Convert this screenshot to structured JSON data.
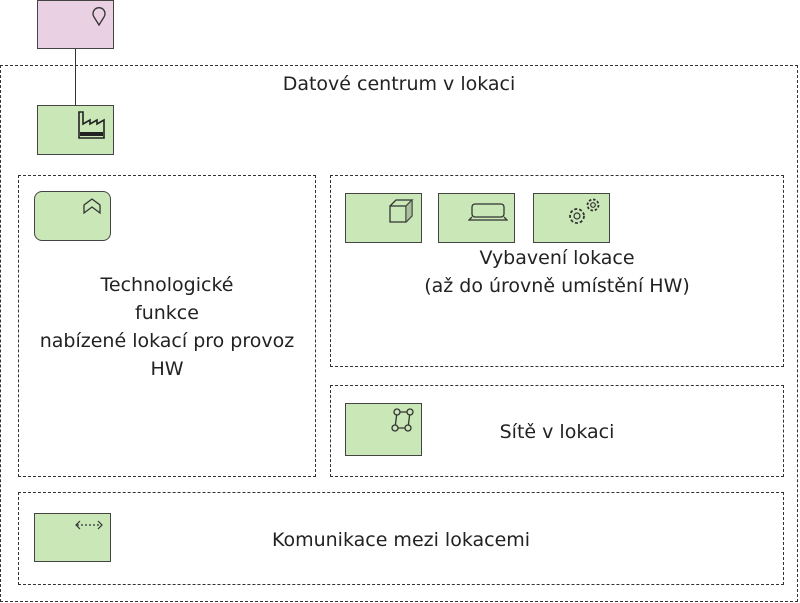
{
  "colors": {
    "location": "#ead0e3",
    "element": "#c9e7b7",
    "line": "#333333"
  },
  "groups": {
    "datacenter": {
      "label": "Datové centrum v lokaci"
    },
    "functions": {
      "lines": [
        "Technologické",
        "funkce",
        "nabízené lokací pro provoz",
        "HW"
      ]
    },
    "equipment": {
      "lines": [
        "Vybavení lokace",
        "(až do úrovně umístění HW)"
      ]
    },
    "networks": {
      "label": "Sítě v lokaci"
    },
    "communication": {
      "label": "Komunikace mezi lokacemi"
    }
  },
  "icons": [
    "location-icon",
    "facility-icon",
    "technology-function-icon",
    "node-icon",
    "device-icon",
    "system-software-icon",
    "communication-network-icon",
    "path-icon"
  ]
}
